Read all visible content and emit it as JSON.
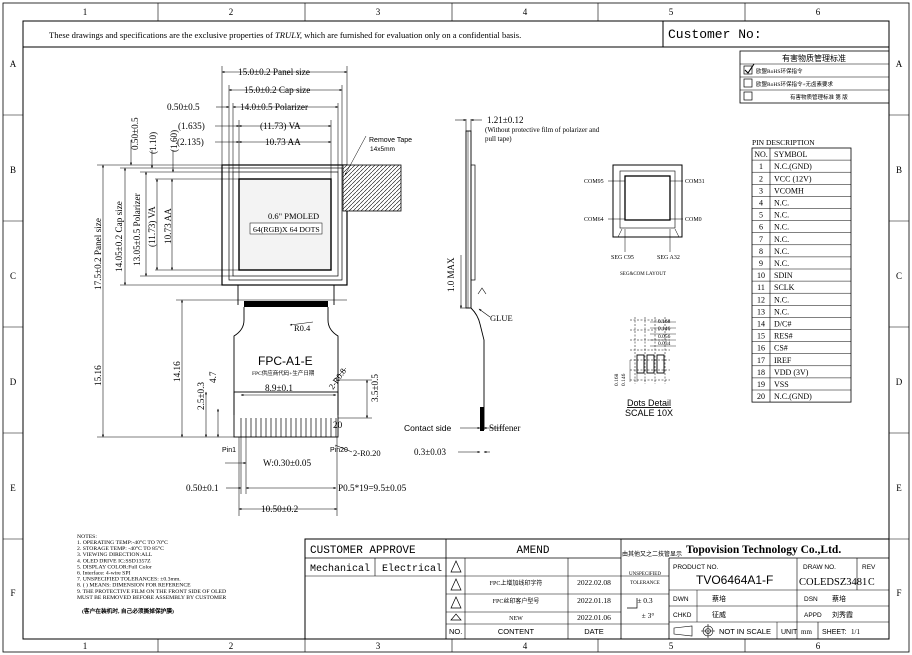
{
  "frame": {
    "columns": [
      "1",
      "2",
      "3",
      "4",
      "5",
      "6"
    ],
    "rows": [
      "A",
      "B",
      "C",
      "D",
      "E",
      "F"
    ]
  },
  "header": {
    "notice_pre": "These drawings and specifications are the exclusive properties of ",
    "notice_company": "TRULY,",
    "notice_post": " which are furnished for evaluation only on a confidential basis.",
    "customer_no_label": "Customer No:"
  },
  "hazard": {
    "title": "有害物质管理标准",
    "options": [
      {
        "text": "欧盟RoHS环保指令",
        "checked": true
      },
      {
        "text": "欧盟RoHS环保指令+无卤素要求",
        "checked": false
      },
      {
        "text": "有害物质管理标准 第 版",
        "checked": false
      }
    ]
  },
  "front_view": {
    "dim_panel_w": "15.0±0.2 Panel size",
    "dim_cap_w": "15.0±0.2 Cap size",
    "dim_pol_offset": "0.50±0.5",
    "dim_pol_w": "14.0±0.5 Polarizer",
    "dim_1635": "(1.635)",
    "dim_va_w": "(11.73) VA",
    "dim_2135": "(2.135)",
    "dim_aa_w": "10.73 AA",
    "dim_v_050": "0.50±0.5",
    "dim_v_110": "(1.10)",
    "dim_v_160": "(1.60)",
    "dim_panel_h": "17.5±0.2 Panel size",
    "dim_cap_h": "14.05±0.2 Cap size",
    "dim_pol_h": "13.05±0.5 Polarizer",
    "dim_va_h": "(11.73) VA",
    "dim_aa_h": "10.73 AA",
    "oled_label": "0.6\" PMOLED",
    "res_label": "64(RGB)X 64 DOTS",
    "remove_tape": "Remove Tape",
    "tape_size": "14x5mm",
    "r04": "R0.4",
    "fpc_name": "FPC-A1-E",
    "fpc_note": "FPC供应商代码+生产日期",
    "dim_1516": "15.16",
    "dim_1416": "14.16",
    "dim_47": "4.7",
    "dim_25": "2.5±0.3",
    "dim_89": "8.9±0.1",
    "dim_2r08": "2-R0.8",
    "dim_35": "3.5±0.5",
    "pin_20": "20",
    "pin1": "Pin1",
    "pin20": "Pin20",
    "dim_2r020": "2-R0.20",
    "dim_w": "W:0.30±0.05",
    "dim_050b": "0.50±0.1",
    "dim_p": "P0.5*19=9.5±0.05",
    "dim_105": "10.50±0.2"
  },
  "side_view": {
    "dim_thick": "1.21±0.12",
    "note_thick": "(Without protective film of polarizer and pull tape)",
    "dim_max": "1.0 MAX",
    "glue": "GLUE",
    "contact_side": "Contact side",
    "stiffener": "Stiffener",
    "dim_03": "0.3±0.03"
  },
  "seg_layout": {
    "com95": "COM95",
    "com31": "COM31",
    "com64": "COM64",
    "com0": "COM0",
    "seg_c95": "SEG C95",
    "seg_a32": "SEG A32",
    "caption": "SEG&COM LAYOUT"
  },
  "dots_detail": {
    "values": [
      "0.168",
      "0.146",
      "0.056",
      "0.034"
    ],
    "v_left": "0.168",
    "v_left2": "0.146",
    "caption": "Dots Detail",
    "scale": "SCALE 10X"
  },
  "pin_description": {
    "title": "PIN DESCRIPTION",
    "headers": [
      "NO.",
      "SYMBOL"
    ],
    "rows": [
      [
        "1",
        "N.C.(GND)"
      ],
      [
        "2",
        "VCC (12V)"
      ],
      [
        "3",
        "VCOMH"
      ],
      [
        "4",
        "N.C."
      ],
      [
        "5",
        "N.C."
      ],
      [
        "6",
        "N.C."
      ],
      [
        "7",
        "N.C."
      ],
      [
        "8",
        "N.C."
      ],
      [
        "9",
        "N.C."
      ],
      [
        "10",
        "SDIN"
      ],
      [
        "11",
        "SCLK"
      ],
      [
        "12",
        "N.C."
      ],
      [
        "13",
        "N.C."
      ],
      [
        "14",
        "D/C#"
      ],
      [
        "15",
        "RES#"
      ],
      [
        "16",
        "CS#"
      ],
      [
        "17",
        "IREF"
      ],
      [
        "18",
        "VDD (3V)"
      ],
      [
        "19",
        "VSS"
      ],
      [
        "20",
        "N.C.(GND)"
      ]
    ]
  },
  "notes": {
    "title": "NOTES:",
    "items": [
      "1. OPERATING TEMP:-40°C TO 70°C",
      "2. STORAGE TEMP: -40°C TO 85°C",
      "3. VIEWING DIRECTION:ALL",
      "4. OLED DRIVE IC:SSD1357Z",
      "5. DISPLAY  COLOR:Full Color",
      "6. Interface: 4-wire SPI",
      "7. UNSPECIFIED TOLERANCES: ±0.3mm.",
      "8. ( ) MEANS: DIMENSION FOR REFERENCE",
      "9. THE PROTECTIVE FILM ON THE FRONT SIDE OF  OLED",
      "MUST BE REMOVED BEFORE ASSEMBLY BY CUSTOMER"
    ],
    "cn_note": "(客户在装机时, 自己必须撕掉保护膜)"
  },
  "title_block": {
    "customer_approve": "CUSTOMER APPROVE",
    "mechanical": "Mechanical",
    "electrical": "Electrical",
    "amend": "AMEND",
    "amend_rows": [
      {
        "content": "FPC上增加线印字符",
        "date": "2022.02.08"
      },
      {
        "content": "FPC丝印客户型号",
        "date": "2022.01.18"
      },
      {
        "content": "NEW",
        "date": "2022.01.06"
      }
    ],
    "col_no": "NO.",
    "col_content": "CONTENT",
    "col_date": "DATE",
    "side_text": "由其他又之二技管显示",
    "unspecified": "UNSPECIFIED",
    "tolerance": "TOLERANCE",
    "tol_lin": "± 0.3",
    "tol_ang": "± 3°",
    "company": "Topovision Technology Co.,Ltd.",
    "product_no_label": "PRODUCT NO.",
    "product_no": "TVO6464A1-F",
    "draw_no_label": "DRAW NO.",
    "draw_no": "COLEDSZ3481",
    "rev_label": "REV",
    "rev": "C",
    "dwn_label": "DWN",
    "dwn": "蔡培",
    "dsn_label": "DSN",
    "dsn": "蔡培",
    "chkd_label": "CHKD",
    "chkd": "征威",
    "appd_label": "APPD",
    "appd": "刘秀霞",
    "not_in_scale": "NOT IN SCALE",
    "unit_label": "UNIT",
    "unit": "mm",
    "sheet_label": "SHEET:",
    "sheet": "1/1"
  }
}
